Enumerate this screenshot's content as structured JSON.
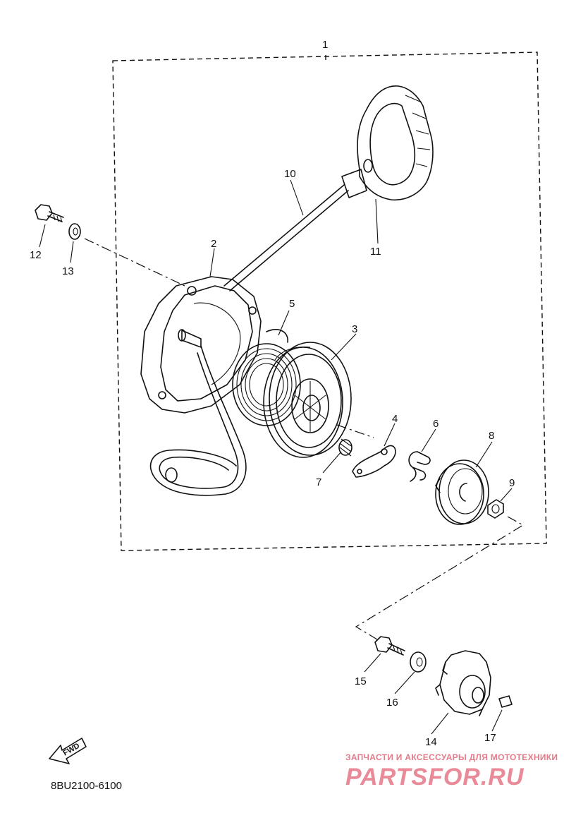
{
  "diagram": {
    "callouts": {
      "c1": "1",
      "c2": "2",
      "c3": "3",
      "c4": "4",
      "c5": "5",
      "c6": "6",
      "c7": "7",
      "c8": "8",
      "c9": "9",
      "c10": "10",
      "c11": "11",
      "c12": "12",
      "c13": "13",
      "c14": "14",
      "c15": "15",
      "c16": "16",
      "c17": "17"
    },
    "fwd_label": "FWD",
    "drawing_code": "8BU2100-6100"
  },
  "watermark": {
    "tagline": "ЗАПЧАСТИ И АКСЕССУАРЫ ДЛЯ МОТОТЕХНИКИ",
    "site": "PARTSFOR.RU"
  }
}
